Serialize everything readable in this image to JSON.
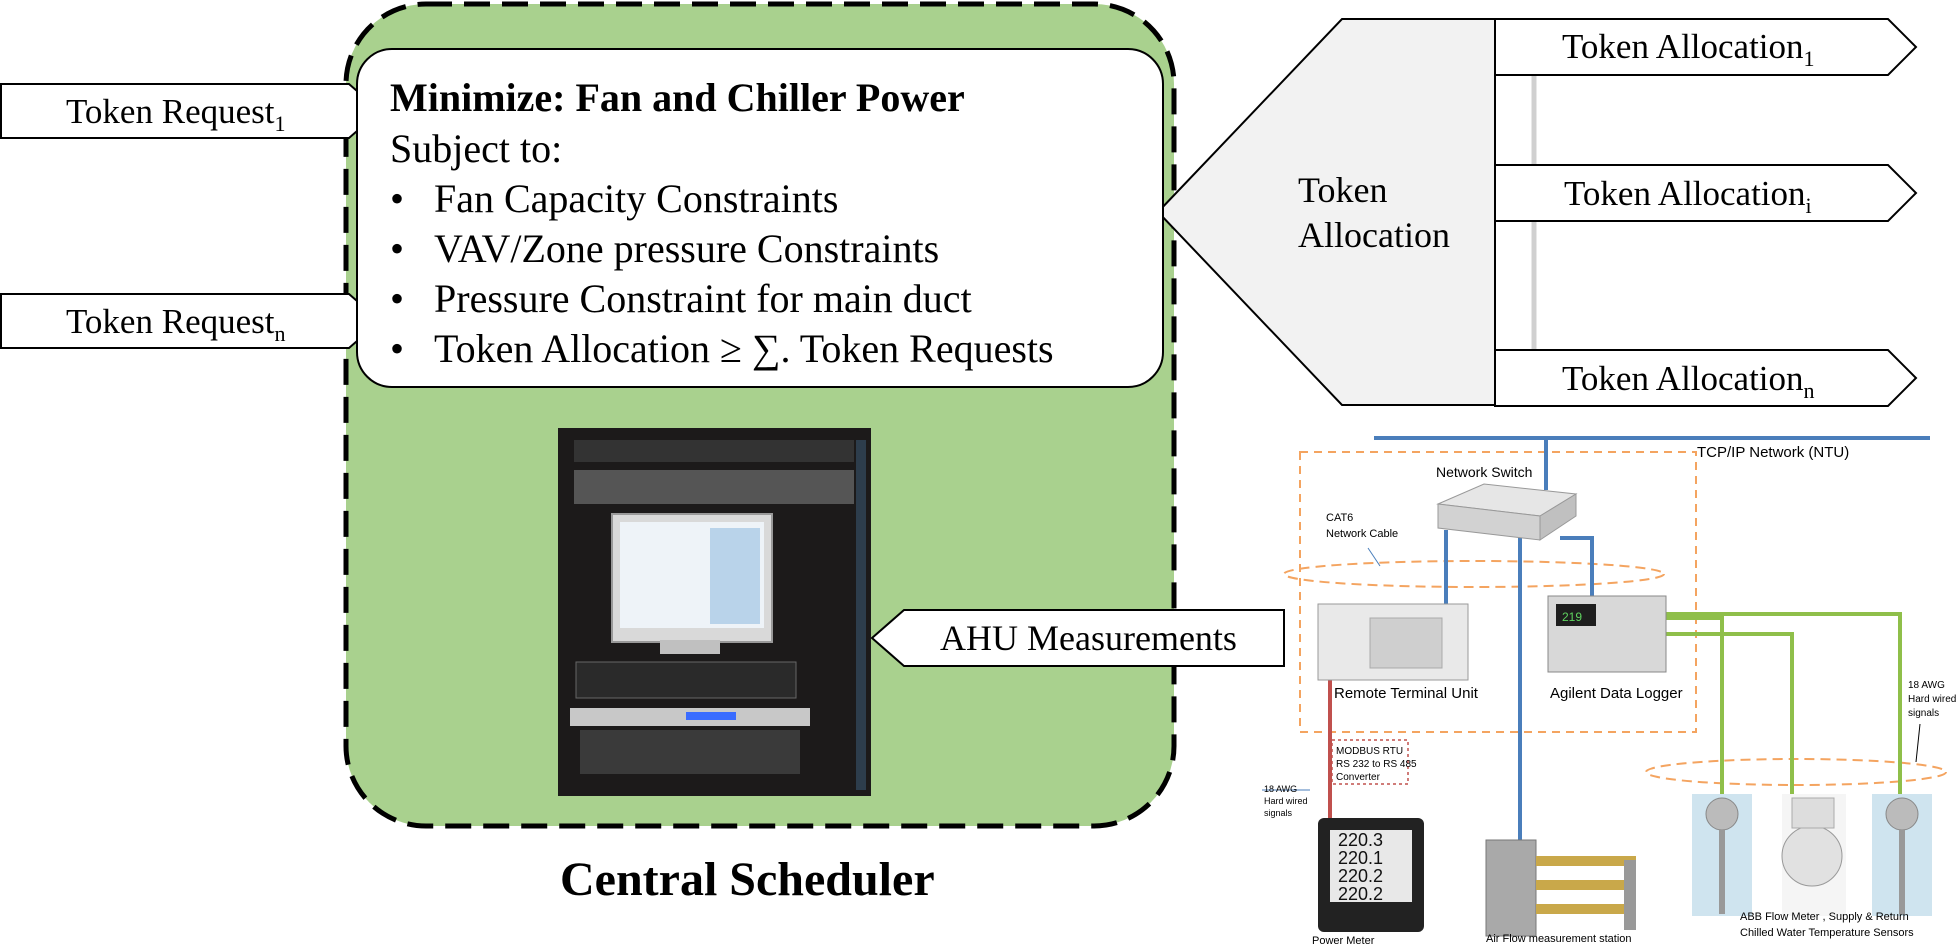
{
  "token_requests": [
    {
      "label": "Token Request",
      "sub": "1"
    },
    {
      "label": "Token Request",
      "sub": "n"
    }
  ],
  "optimization": {
    "title": "Minimize: Fan and Chiller Power",
    "subject": "Subject to:",
    "bullet": "•",
    "bullets": [
      "Fan Capacity Constraints",
      "VAV/Zone pressure Constraints",
      "Pressure Constraint for main duct",
      "Token Allocation ≥ ∑. Token Requests"
    ]
  },
  "central_scheduler": "Central Scheduler",
  "ahu_measurements": "AHU Measurements",
  "token_allocation": {
    "center_line1": "Token",
    "center_line2": "Allocation",
    "outputs": [
      {
        "label": "Token Allocation",
        "sub": "1"
      },
      {
        "label": "Token Allocation",
        "sub": "i"
      },
      {
        "label": "Token Allocation",
        "sub": "n"
      }
    ]
  },
  "network": {
    "tcpip": "TCP/IP Network (NTU)",
    "switch": "Network Switch",
    "cat6_1": "CAT6",
    "cat6_2": "Network Cable",
    "rtu": "Remote Terminal Unit",
    "logger": "Agilent Data Logger",
    "logger_display": "219",
    "modbus_1": "MODBUS RTU",
    "modbus_2": "RS 232 to RS 485",
    "modbus_3": "Converter",
    "awg_left_1": "18 AWG",
    "awg_left_2": "Hard wired",
    "awg_left_3": "signals",
    "awg_right_1": "18 AWG",
    "awg_right_2": "Hard wired",
    "awg_right_3": "signals",
    "meter_readings": [
      "220.3",
      "220.1",
      "220.2",
      "220.2"
    ],
    "power_meter": "Power Meter",
    "airflow": "Air Flow measurement station",
    "abb_1": "ABB Flow Meter , Supply & Return",
    "abb_2": "Chilled  Water Temperature Sensors"
  },
  "colors": {
    "scheduler_green": "#a9d18e",
    "network_blue": "#4a7ebb",
    "signal_green": "#8fbf4a",
    "orange_dash": "#f4a460",
    "rtu_red": "#c0504d"
  }
}
